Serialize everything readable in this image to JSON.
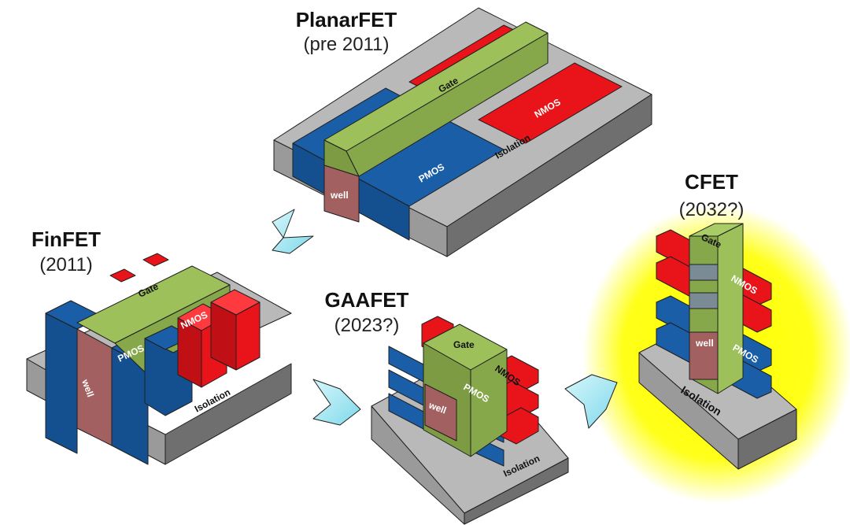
{
  "devices": {
    "planar": {
      "title": "PlanarFET",
      "year": "(pre 2011)",
      "gate": "Gate",
      "nmos": "NMOS",
      "pmos": "PMOS",
      "isolation": "Isolation",
      "well": "well"
    },
    "finfet": {
      "title": "FinFET",
      "year": "(2011)",
      "gate": "Gate",
      "nmos": "NMOS",
      "pmos": "PMOS",
      "isolation": "Isolation",
      "well": "well"
    },
    "gaafet": {
      "title": "GAAFET",
      "year": "(2023?)",
      "gate": "Gate",
      "nmos": "NMOS",
      "pmos": "PMOS",
      "isolation": "Isolation",
      "well": "well"
    },
    "cfet": {
      "title": "CFET",
      "year": "(2032?)",
      "gate": "Gate",
      "nmos": "NMOS",
      "pmos": "PMOS",
      "isolation": "Isolation",
      "well": "well"
    }
  },
  "colors": {
    "gate": "#8db04a",
    "nmos": "#e8141a",
    "pmos": "#1a5ea8",
    "well": "#a36060",
    "isolation": "#a3a3a3",
    "arrow": "#9fe6f2",
    "highlight": "#ffff00"
  }
}
